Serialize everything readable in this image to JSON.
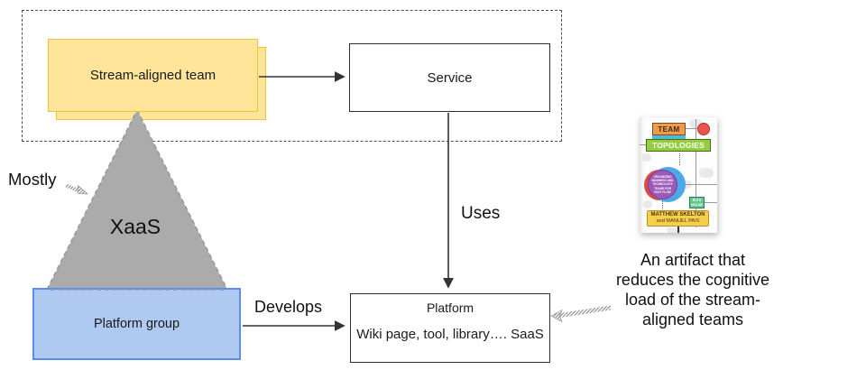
{
  "colors": {
    "yellow_fill": "#FFE599",
    "yellow_border": "#F1C232",
    "blue_fill": "#AFC9F1",
    "blue_border": "#5B8DEF",
    "triangle_fill": "#ABABAB",
    "arrow": "#333333"
  },
  "nodes": {
    "stream_aligned_team": {
      "label": "Stream-aligned team"
    },
    "service": {
      "label": "Service"
    },
    "platform_group": {
      "label": "Platform group"
    },
    "platform": {
      "title": "Platform",
      "subtitle": "Wiki page, tool, library…. SaaS"
    },
    "triangle": {
      "label": "XaaS"
    }
  },
  "edges": {
    "mostly": "Mostly",
    "uses": "Uses",
    "develops": "Develops"
  },
  "caption": {
    "text": "An artifact that reduces the cognitive load of the stream-aligned teams"
  },
  "book": {
    "title_top": "TEAM",
    "title_main": "TOPOLOGIES",
    "tagline": "ORGANIZING BUSINESS AND TECHNOLOGY TEAMS FOR FAST FLOW",
    "endorser": "RUTH MALAN",
    "author_1": "MATTHEW SKELTON",
    "author_2": "and MANUEL PAIS"
  }
}
